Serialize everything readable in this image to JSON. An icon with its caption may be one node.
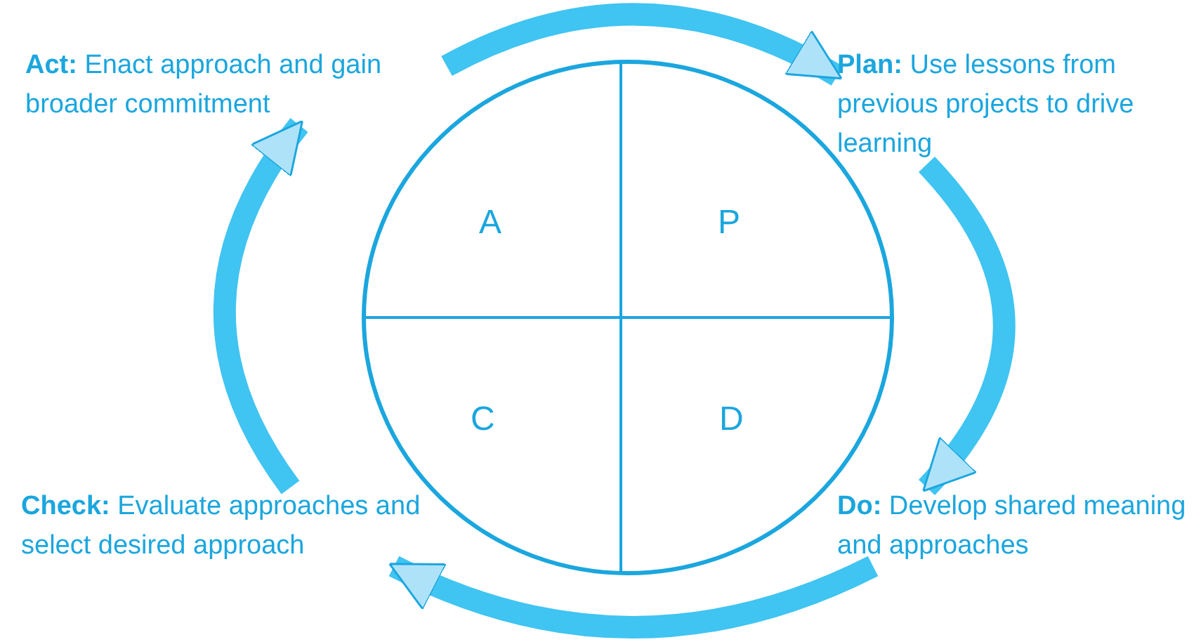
{
  "diagram": {
    "nodes": [
      {
        "text": [
          "**Act:** Enact approach and gain broader commitment"
        ]
      },
      {
        "text": [
          "**Plan:** Use lessons from previous projects to drive learning"
        ]
      },
      {
        "text": [],
        "shape": "circle"
      },
      {
        "text": [
          "A"
        ],
        "in": 2
      },
      {
        "text": [
          "P"
        ],
        "in": 2
      },
      {
        "text": [
          "C"
        ],
        "in": 2
      },
      {
        "text": [
          "D"
        ],
        "in": 2
      },
      {
        "text": [
          "**Check:** Evaluate approaches and select desired approach"
        ]
      },
      {
        "text": [
          "**Do:** Develop shared meaning and approaches"
        ]
      }
    ],
    "edges": [
      {
        "from": 0,
        "to": 1,
        "arrow": "to"
      },
      {
        "from": 1,
        "to": 8,
        "arrow": "to"
      },
      {
        "from": 8,
        "to": 7,
        "arrow": "to"
      },
      {
        "from": 7,
        "to": 0,
        "arrow": "to"
      }
    ]
  }
}
